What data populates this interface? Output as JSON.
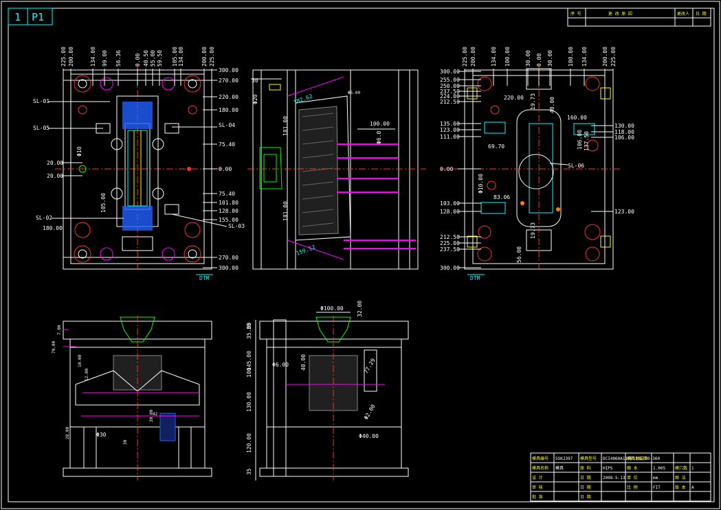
{
  "sheet": {
    "sheet_number": "1",
    "sheet_name": "P1",
    "datum_label": "DTM",
    "revision_box": {
      "headers": [
        "序 号",
        "更 改 原 因",
        "更改人",
        "日 期"
      ]
    }
  },
  "colors": {
    "background": "#000000",
    "white": "#ffffff",
    "cyan": "#00ffff",
    "red": "#ff3030",
    "green": "#00ff00",
    "yellow": "#ffff00",
    "magenta": "#ff00ff",
    "blue": "#2060ff",
    "grey": "#888888"
  },
  "top_left_view": {
    "top_dims": [
      "225.00",
      "200.00",
      "134.00",
      "99.00",
      "56.36",
      "0.00",
      "40.50",
      "55.00",
      "59.50",
      "105.00",
      "134.00",
      "200.00",
      "225.00"
    ],
    "right_dims": [
      "300.00",
      "270.00",
      "220.00",
      "180.00",
      "75.40",
      "0.00",
      "75.40",
      "101.80",
      "128.00",
      "155.00",
      "270.00",
      "300.00"
    ],
    "left_dims": [
      "20.00",
      "20.00",
      "180.00"
    ],
    "vertical_dims": [
      "Φ10",
      "105.00"
    ],
    "slider_labels": [
      "SL-01",
      "SL-05",
      "SL-04",
      "SL-02",
      "SL-03"
    ]
  },
  "top_middle_view": {
    "dims": [
      "30",
      "Φ20",
      "182.62",
      "181.00",
      "Φ6.0",
      "100.00",
      "181.00",
      "159.52",
      "Φ5.00"
    ]
  },
  "top_right_view": {
    "top_dims": [
      "225.00",
      "200.00",
      "134.00",
      "100.00",
      "30.00",
      "0.00",
      "30.00",
      "100.00",
      "134.00",
      "200.00",
      "225.00"
    ],
    "left_dims": [
      "300.00",
      "255.00",
      "250.00",
      "237.50",
      "224.00",
      "212.50",
      "135.00",
      "123.00",
      "111.00",
      "103.00",
      "128.00",
      "212.50",
      "225.00",
      "237.50",
      "300.00",
      "0.00"
    ],
    "inner_dims": [
      "220.00",
      "19.73",
      "40.00",
      "160.00",
      "69.70",
      "106.00",
      "137.50",
      "Φ10.00",
      "83.06",
      "19.73",
      "56.00"
    ],
    "right_dims": [
      "130.00",
      "118.00",
      "106.00",
      "123.00"
    ],
    "slider_labels": [
      "SL-06"
    ]
  },
  "bottom_left_view": {
    "dims": [
      "7.00",
      "70.00",
      "10.00",
      "12.00",
      "28.00",
      "Φ30",
      "30",
      "42",
      "30.00"
    ]
  },
  "bottom_middle_view": {
    "top_dims": [
      "Φ100.00",
      "32.00"
    ],
    "left_dims": [
      "35",
      "35.00",
      "145.00",
      "100",
      "130.00",
      "120.00",
      "35"
    ],
    "inner_dims": [
      "Φ6.00",
      "40.00",
      "77.29",
      "Φ2.00",
      "Φ40.00"
    ]
  },
  "title_block": {
    "rows": [
      [
        "模具编号",
        "SSKJ397",
        "模具型号",
        "DCI4060A110B130C120-360",
        "模具总装图",
        ""
      ],
      [
        "模具名称",
        "模具",
        "原 料",
        "HIPS",
        "缩 水",
        "1.005",
        "模穴数",
        "1"
      ],
      [
        "设 计",
        "",
        "日 期",
        "2008-5-13",
        "单 位",
        "mm",
        "图 法",
        ""
      ],
      [
        "审 核",
        "",
        "日 期",
        "",
        "比 例",
        "FIT",
        "版 本",
        "A"
      ],
      [
        "批 准",
        "",
        "日 期",
        "",
        "",
        "",
        "",
        ""
      ]
    ]
  }
}
